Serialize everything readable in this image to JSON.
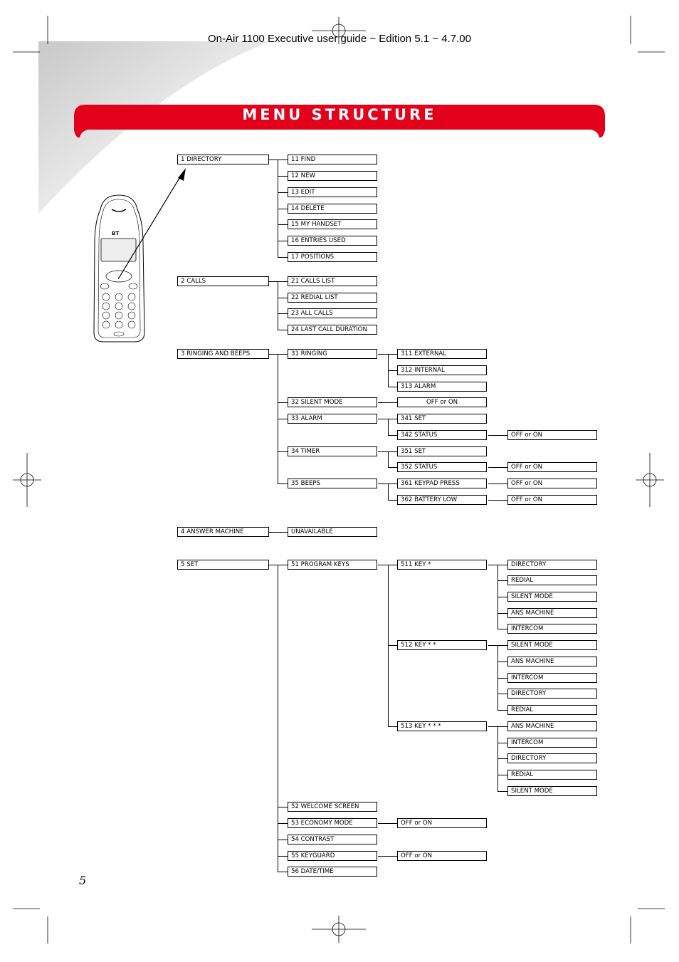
{
  "header": {
    "title": "On-Air 1100 Executive user guide ~ Edition 5.1 ~ 4.7.00"
  },
  "section": {
    "title": "MENU STRUCTURE"
  },
  "page_number": "5",
  "colors": {
    "accent": "#e2001a",
    "line": "#000000"
  },
  "handset": {
    "brand": "BT"
  },
  "menu": {
    "directory": {
      "label": "1 DIRECTORY",
      "items": [
        "11 FIND",
        "12 NEW",
        "13 EDIT",
        "14 DELETE",
        "15 MY HANDSET",
        "16 ENTRIES USED",
        "17 POSITIONS"
      ]
    },
    "calls": {
      "label": "2 CALLS",
      "items": [
        "21 CALLS LIST",
        "22 REDIAL LIST",
        "23 ALL CALLS",
        "24 LAST CALL DURATION"
      ]
    },
    "ringing": {
      "label": "3 RINGING AND BEEPS",
      "r31": {
        "label": "31 RINGING",
        "sub": [
          "311 EXTERNAL",
          "312 INTERNAL",
          "313 ALARM"
        ]
      },
      "r32": {
        "label": "32 SILENT MODE",
        "value": "OFF or ON"
      },
      "r33": {
        "label": "33 ALARM",
        "sub": [
          "341 SET",
          "342 STATUS"
        ],
        "status_value": "OFF or ON"
      },
      "r34": {
        "label": "34 TIMER",
        "sub": [
          "351 SET",
          "352 STATUS"
        ],
        "status_value": "OFF or ON"
      },
      "r35": {
        "label": "35 BEEPS",
        "sub": [
          "361 KEYPAD PRESS",
          "362 BATTERY LOW"
        ],
        "values": [
          "OFF or ON",
          "OFF or ON"
        ]
      }
    },
    "answer": {
      "label": "4 ANSWER MACHINE",
      "value": "UNAVAILABLE"
    },
    "set": {
      "label": "5 SET",
      "s51": {
        "label": "51 PROGRAM KEYS",
        "keys": [
          {
            "label": "511 KEY *",
            "options": [
              "DIRECTORY",
              "REDIAL",
              "SILENT MODE",
              "ANS MACHINE",
              "INTERCOM"
            ]
          },
          {
            "label": "512 KEY * *",
            "options": [
              "SILENT MODE",
              "ANS MACHINE",
              "INTERCOM",
              "DIRECTORY",
              "REDIAL"
            ]
          },
          {
            "label": "513 KEY * * *",
            "options": [
              "ANS MACHINE",
              "INTERCOM",
              "DIRECTORY",
              "REDIAL",
              "SILENT MODE"
            ]
          }
        ]
      },
      "s52": {
        "label": "52 WELCOME SCREEN"
      },
      "s53": {
        "label": "53 ECONOMY MODE",
        "value": "OFF or ON"
      },
      "s54": {
        "label": "54 CONTRAST"
      },
      "s55": {
        "label": "55 KEYGUARD",
        "value": "OFF or ON"
      },
      "s56": {
        "label": "56 DATE/TIME"
      }
    }
  }
}
